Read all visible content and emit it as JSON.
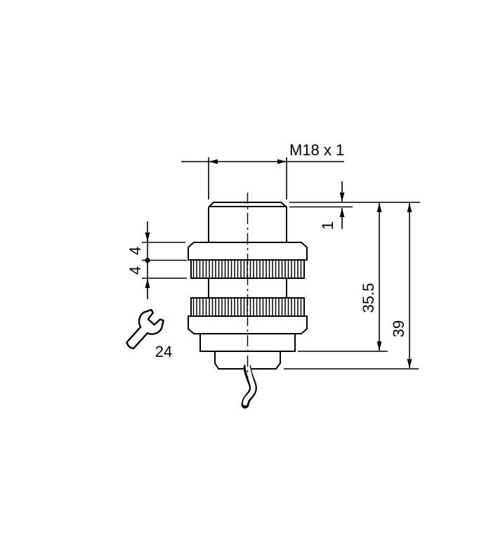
{
  "page": {
    "background": "#ffffff",
    "line_color": "#000000"
  },
  "drawing": {
    "type": "dimensional-drawing",
    "dimensions": {
      "thread": "M18 x 1",
      "chamfer": "1",
      "housing_length": "35.5",
      "total_length": "39",
      "ring_upper": "4",
      "ring_lower": "4",
      "wrench_size": "24"
    }
  }
}
